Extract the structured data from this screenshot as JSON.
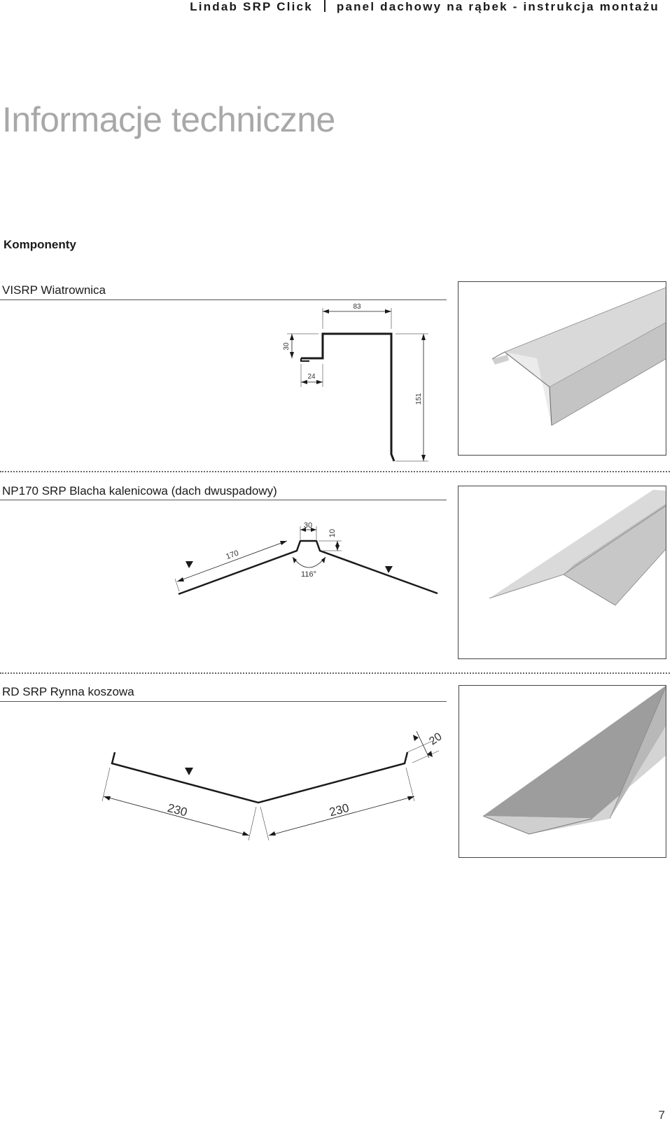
{
  "header": {
    "product": "Lindab SRP Click",
    "subtitle": "panel dachowy na rąbek - instrukcja montażu"
  },
  "page_title": "Informacje techniczne",
  "section_title": "Komponenty",
  "components": [
    {
      "name": "VISRP Wiatrownica",
      "dimensions": {
        "top_width": "83",
        "hem_height": "30",
        "hem_width": "24",
        "height": "151"
      }
    },
    {
      "name": "NP170 SRP Blacha kalenicowa (dach dwuspadowy)",
      "dimensions": {
        "leg": "170",
        "top": "30",
        "offset": "10",
        "angle": "116°"
      }
    },
    {
      "name": "RD SRP  Rynna koszowa",
      "dimensions": {
        "left_leg": "230",
        "right_leg": "230",
        "edge": "20"
      }
    }
  ],
  "page_number": "7",
  "colors": {
    "title_gray": "#a8a8a8",
    "text": "#1a1a1a",
    "metal_light": "#e8e8e8",
    "metal_mid": "#c9c9c9",
    "metal_dark": "#a9a9a9"
  }
}
